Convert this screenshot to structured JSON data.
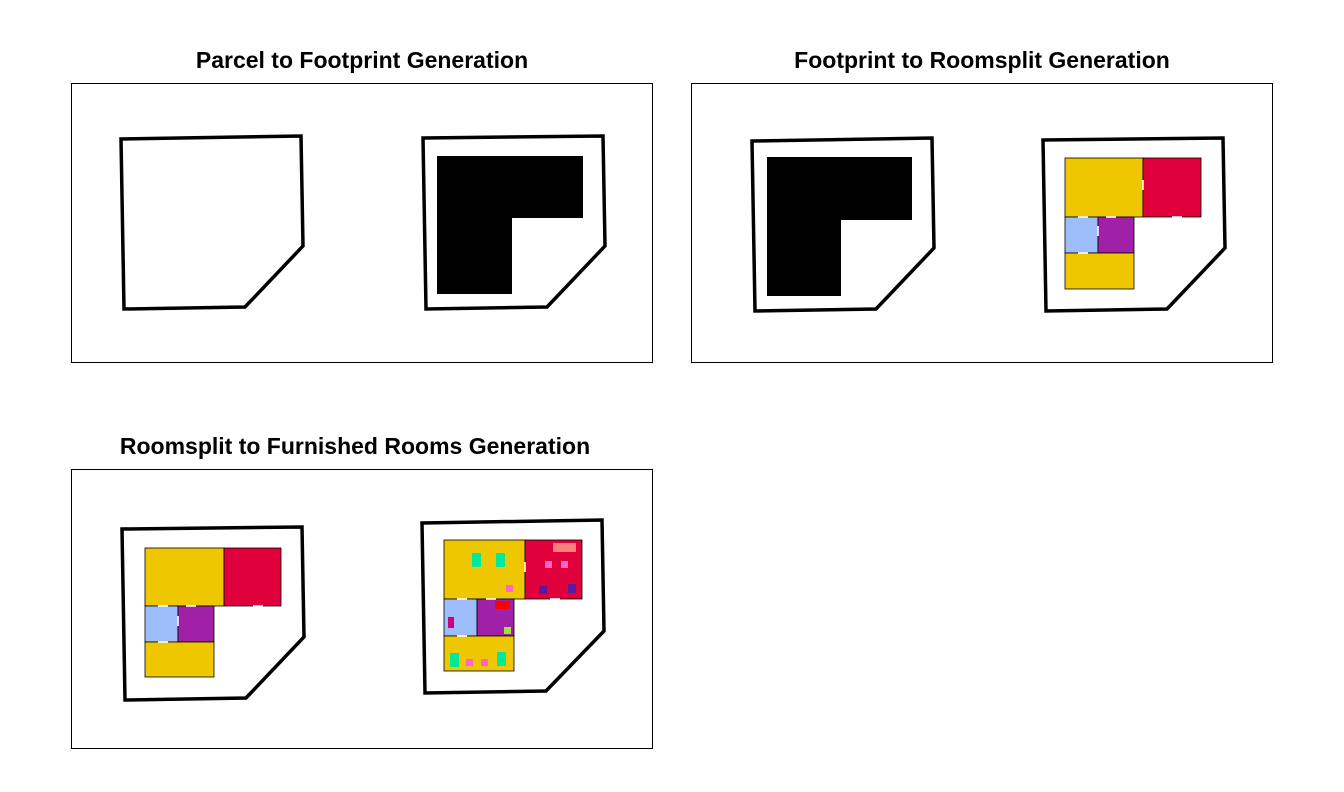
{
  "panels": [
    {
      "title": "Parcel to Footprint Generation"
    },
    {
      "title": "Footprint to Roomsplit Generation"
    },
    {
      "title": "Roomsplit to Furnished Rooms Generation"
    }
  ],
  "colors": {
    "parcel_outline": "#000000",
    "footprint": "#000000",
    "room_yellow": "#eec700",
    "room_red": "#e0003c",
    "room_light_blue": "#9dbcfa",
    "room_purple": "#a020a8",
    "furniture_green": "#00e89a",
    "furniture_pink": "#ff66cc",
    "furniture_salmon": "#ff7f7f",
    "furniture_darkpurple": "#5a1aa0",
    "furniture_red": "#ff0000",
    "furniture_magenta": "#d0007a",
    "furniture_lime": "#9be63c"
  }
}
